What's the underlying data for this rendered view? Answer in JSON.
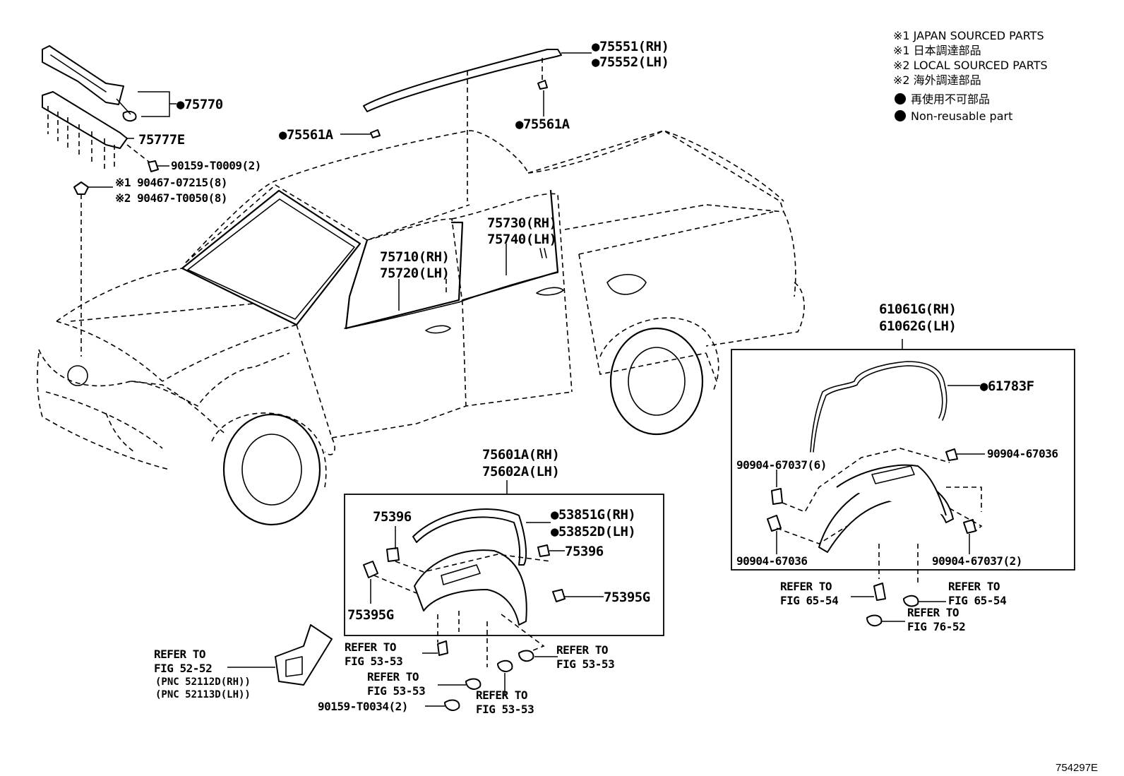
{
  "legend": {
    "line1": "※1 JAPAN SOURCED PARTS",
    "line2": "※1 日本調達部品",
    "line3": "※2 LOCAL SOURCED PARTS",
    "line4": "※2 海外調達部品",
    "line5": "再使用不可部品",
    "line6": "Non-reusable part"
  },
  "labels": {
    "p75770": "●75770",
    "p75777E": "75777E",
    "p90159_T0009": "90159-T0009(2)",
    "p90467_07215": "※1 90467-07215(8)",
    "p90467_T0050": "※2 90467-T0050(8)",
    "p75561A_left": "●75561A",
    "p75561A_right": "●75561A",
    "p75551": "●75551(RH)",
    "p75552": "●75552(LH)",
    "p75730": "75730(RH)",
    "p75740": "75740(LH)",
    "p75710": "75710(RH)",
    "p75720": "75720(LH)",
    "p61061G": "61061G(RH)",
    "p61062G": "61062G(LH)",
    "p61783F": "●61783F",
    "p90904_67037_6": "90904-67037(6)",
    "p90904_67036_r": "90904-67036",
    "p90904_67036_l": "90904-67036",
    "p90904_67037_2": "90904-67037(2)",
    "refer_65_54_a1": "REFER TO",
    "refer_65_54_a2": "FIG 65-54",
    "refer_65_54_b1": "REFER TO",
    "refer_65_54_b2": "FIG 65-54",
    "refer_76_52_1": "REFER TO",
    "refer_76_52_2": "FIG 76-52",
    "p75601A": "75601A(RH)",
    "p75602A": "75602A(LH)",
    "p75396_a": "75396",
    "p75396_b": "75396",
    "p53851G": "●53851G(RH)",
    "p53852D": "●53852D(LH)",
    "p75395G_a": "75395G",
    "p75395G_b": "75395G",
    "refer_53_53_a1": "REFER TO",
    "refer_53_53_a2": "FIG 53-53",
    "refer_53_53_b1": "REFER TO",
    "refer_53_53_b2": "FIG 53-53",
    "refer_53_53_c1": "REFER TO",
    "refer_53_53_c2": "FIG 53-53",
    "refer_53_53_d1": "REFER TO",
    "refer_53_53_d2": "FIG 53-53",
    "refer_52_52_1": "REFER TO",
    "refer_52_52_2": "FIG 52-52",
    "pnc_52112D": "(PNC 52112D(RH))",
    "pnc_52113D": "(PNC 52113D(LH))",
    "p90159_T0034": "90159-T0034(2)",
    "diagram_code": "754297E"
  }
}
